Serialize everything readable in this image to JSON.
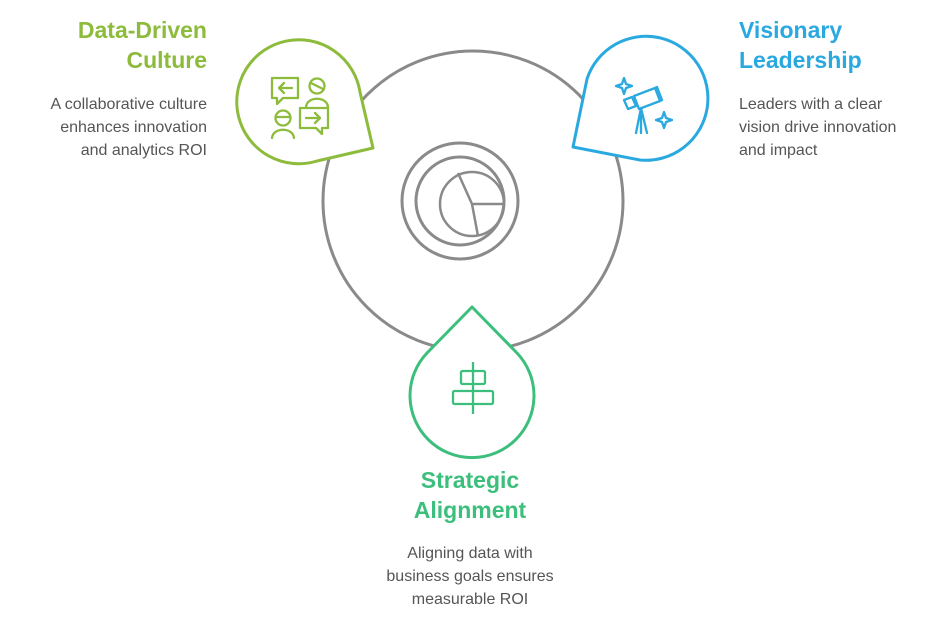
{
  "colors": {
    "culture": "#8dbb3c",
    "leadership": "#29a9df",
    "alignment": "#3cbf7c",
    "ring": "#8a8a8a",
    "text": "#555555"
  },
  "center": {
    "icon": "pie-chart-icon"
  },
  "culture": {
    "title": [
      "Data-Driven",
      "Culture"
    ],
    "desc": [
      "A collaborative culture",
      "enhances innovation",
      "and analytics ROI"
    ],
    "icon": "conversation-icon"
  },
  "leadership": {
    "title": [
      "Visionary",
      "Leadership"
    ],
    "desc": [
      "Leaders with a clear",
      "vision drive innovation",
      "and impact"
    ],
    "icon": "telescope-icon"
  },
  "alignment": {
    "title": [
      "Strategic",
      "Alignment"
    ],
    "desc": [
      "Aligning data with",
      "business goals ensures",
      "measurable ROI"
    ],
    "icon": "align-center-icon"
  }
}
